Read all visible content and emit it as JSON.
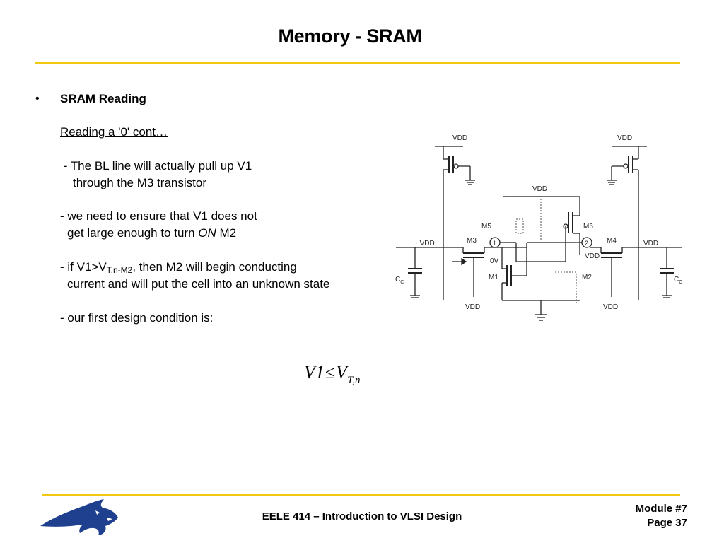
{
  "slide": {
    "title": "Memory - SRAM",
    "bullet_symbol": "•",
    "heading": "SRAM Reading",
    "subheading": "Reading a '0' cont…",
    "para1_line1": " - The BL line will actually pull up V1",
    "para1_line2": "through the M3 transistor",
    "para2_line1": "- we need to ensure that V1 does not",
    "para2_line2_pre": "get large enough to turn ",
    "para2_line2_em": "ON",
    "para2_line2_post": " M2",
    "para3_line1_a": "- if V1>V",
    "para3_line1_sub": "T,n-M2",
    "para3_line1_b": ", then M2 will begin conducting",
    "para3_line2": "current and will put the cell into an unknown state",
    "para4": "- our first design condition is:"
  },
  "formula": {
    "lhs": "V1",
    "op": "≤",
    "rhs": "V",
    "rhs_sub": "T,n"
  },
  "circuit": {
    "labels": {
      "vdd_top_left": "VDD",
      "vdd_top_right": "VDD",
      "vdd_center": "VDD",
      "vdd_left_bl": "~ VDD",
      "vdd_right_bl": "VDD",
      "vdd_right_node": "VDD",
      "vdd_bottom_left": "VDD",
      "vdd_bottom_right": "VDD",
      "m1": "M1",
      "m2": "M2",
      "m3": "M3",
      "m4": "M4",
      "m5": "M5",
      "m6": "M6",
      "node1": "1",
      "node2": "2",
      "zero_v": "0V",
      "cc_left": "C",
      "cc_left_sub": "C",
      "cc_right": "C",
      "cc_right_sub": "C"
    }
  },
  "footer": {
    "course": "EELE 414 – Introduction to VLSI Design",
    "module": "Module #7",
    "page": "Page 37"
  },
  "colors": {
    "rule": "#f2c811",
    "logo": "#1f3f8f"
  }
}
